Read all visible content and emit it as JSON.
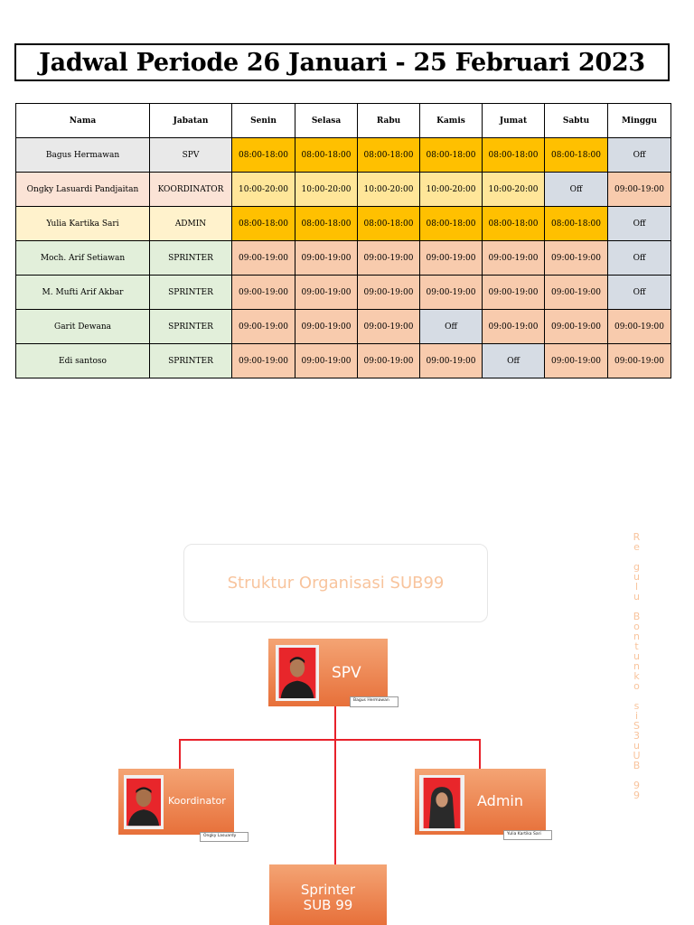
{
  "title": "Jadwal Periode 26 Januari - 25 Februari 2023",
  "schedule": {
    "headers": [
      "Nama",
      "Jabatan",
      "Senin",
      "Selasa",
      "Rabu",
      "Kamis",
      "Jumat",
      "Sabtu",
      "Minggu"
    ],
    "rows": [
      {
        "name": "Bagus Hermawan",
        "role": "SPV",
        "shifts": [
          "08:00-18:00",
          "08:00-18:00",
          "08:00-18:00",
          "08:00-18:00",
          "08:00-18:00",
          "08:00-18:00",
          "Off"
        ]
      },
      {
        "name": "Ongky Lasuardi Pandjaitan",
        "role": "KOORDINATOR",
        "shifts": [
          "10:00-20:00",
          "10:00-20:00",
          "10:00-20:00",
          "10:00-20:00",
          "10:00-20:00",
          "Off",
          "09:00-19:00"
        ]
      },
      {
        "name": "Yulia Kartika Sari",
        "role": "ADMIN",
        "shifts": [
          "08:00-18:00",
          "08:00-18:00",
          "08:00-18:00",
          "08:00-18:00",
          "08:00-18:00",
          "08:00-18:00",
          "Off"
        ]
      },
      {
        "name": "Moch. Arif Setiawan",
        "role": "SPRINTER",
        "shifts": [
          "09:00-19:00",
          "09:00-19:00",
          "09:00-19:00",
          "09:00-19:00",
          "09:00-19:00",
          "09:00-19:00",
          "Off"
        ]
      },
      {
        "name": "M. Mufti Arif Akbar",
        "role": "SPRINTER",
        "shifts": [
          "09:00-19:00",
          "09:00-19:00",
          "09:00-19:00",
          "09:00-19:00",
          "09:00-19:00",
          "09:00-19:00",
          "Off"
        ]
      },
      {
        "name": "Garit Dewana",
        "role": "SPRINTER",
        "shifts": [
          "09:00-19:00",
          "09:00-19:00",
          "09:00-19:00",
          "Off",
          "09:00-19:00",
          "09:00-19:00",
          "09:00-19:00"
        ]
      },
      {
        "name": "Edi santoso",
        "role": "SPRINTER",
        "shifts": [
          "09:00-19:00",
          "09:00-19:00",
          "09:00-19:00",
          "09:00-19:00",
          "Off",
          "09:00-19:00",
          "09:00-19:00"
        ]
      }
    ]
  },
  "colors": {
    "orange_shift": "#ffc000",
    "yellow_shift": "#ffe699",
    "salmon_shift": "#f8cbad",
    "off_shift": "#d6dce4",
    "org_box": "#ed7d31",
    "connector": "#e8212a"
  },
  "org": {
    "title": "Struktur Organisasi SUB99",
    "side_text": "Re gulu Bontunko siS3uUB 99",
    "spv": {
      "label": "SPV",
      "tag": "Bagus Hermawan"
    },
    "koordinator": {
      "label": "Koordinator",
      "tag": "Ongky Lasuardy"
    },
    "admin": {
      "label": "Admin",
      "tag": "Yulia Kartika Sari"
    },
    "sprinter": {
      "line1": "Sprinter",
      "line2": "SUB 99"
    }
  }
}
